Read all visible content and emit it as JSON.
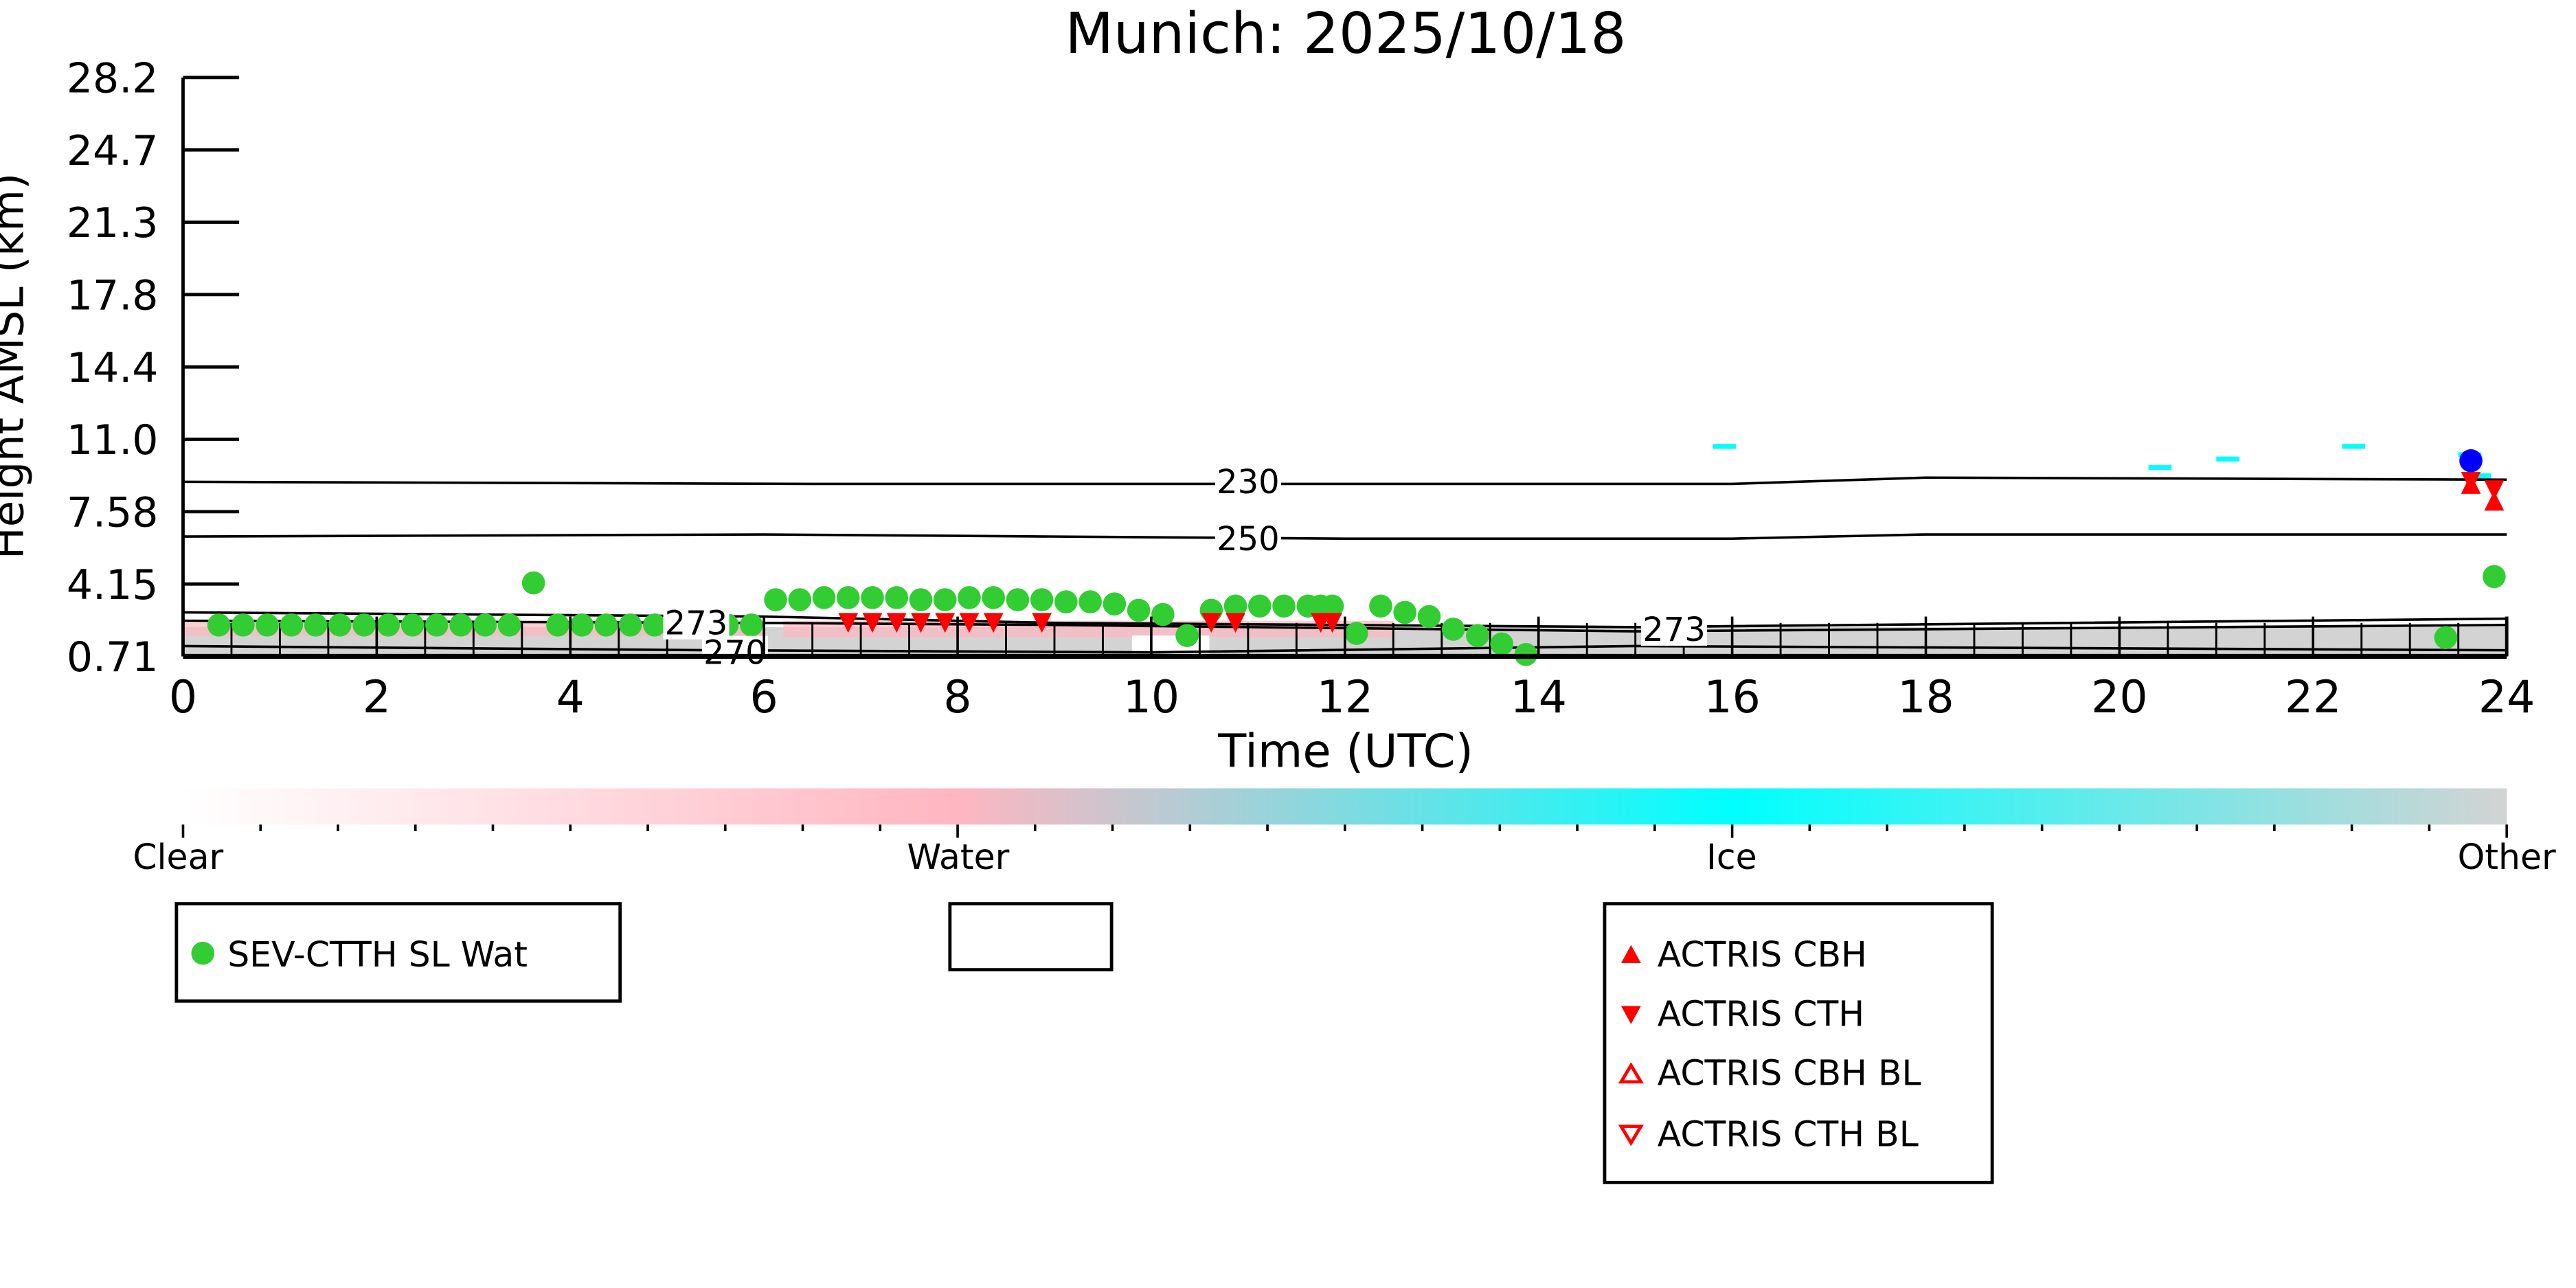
{
  "chart_data": {
    "type": "scatter",
    "title": "Munich: 2025/10/18",
    "xlabel": "Time (UTC)",
    "ylabel": "Height AMSL (km)",
    "xlim": [
      0,
      24
    ],
    "ylim": [
      0.71,
      28.2
    ],
    "xticks": [
      "0",
      "2",
      "4",
      "6",
      "8",
      "10",
      "12",
      "14",
      "16",
      "18",
      "20",
      "22",
      "24"
    ],
    "yticks": [
      "28.2",
      "24.7",
      "21.3",
      "17.8",
      "14.4",
      "11.0",
      "7.58",
      "4.15",
      "0.71"
    ],
    "colorbar": {
      "labels": [
        "Clear",
        "Water",
        "Ice",
        "Other"
      ],
      "colors": [
        "#ffffff",
        "#ffb6c1",
        "#00ffff",
        "#d3d3d3"
      ]
    },
    "contours": [
      {
        "label": "230",
        "points": [
          [
            0,
            9.0
          ],
          [
            6.5,
            8.9
          ],
          [
            16,
            8.9
          ],
          [
            18,
            9.2
          ],
          [
            24,
            9.1
          ]
        ]
      },
      {
        "label": "250",
        "points": [
          [
            0,
            6.4
          ],
          [
            6,
            6.5
          ],
          [
            12,
            6.3
          ],
          [
            16,
            6.3
          ],
          [
            18,
            6.5
          ],
          [
            24,
            6.5
          ]
        ]
      },
      {
        "label": "273",
        "points": [
          [
            0,
            2.8
          ],
          [
            6,
            2.6
          ],
          [
            9,
            2.3
          ],
          [
            15,
            2.1
          ],
          [
            24,
            2.5
          ]
        ]
      },
      {
        "label": "273",
        "points": [
          [
            0,
            2.4
          ],
          [
            6,
            2.3
          ],
          [
            9,
            2.2
          ],
          [
            15,
            1.9
          ],
          [
            24,
            2.2
          ]
        ]
      },
      {
        "label": "270",
        "points": [
          [
            0,
            1.2
          ],
          [
            5.5,
            1.0
          ],
          [
            10,
            0.9
          ],
          [
            15,
            1.2
          ],
          [
            24,
            1.0
          ]
        ]
      }
    ],
    "series": [
      {
        "name": "SEV-CTTH SL Wat",
        "color": "#32cd32",
        "marker": "circle",
        "points": [
          [
            0.37,
            2.2
          ],
          [
            0.62,
            2.2
          ],
          [
            0.87,
            2.2
          ],
          [
            1.12,
            2.2
          ],
          [
            1.37,
            2.2
          ],
          [
            1.62,
            2.2
          ],
          [
            1.87,
            2.2
          ],
          [
            2.12,
            2.2
          ],
          [
            2.37,
            2.2
          ],
          [
            2.62,
            2.2
          ],
          [
            2.87,
            2.2
          ],
          [
            3.12,
            2.2
          ],
          [
            3.37,
            2.2
          ],
          [
            3.62,
            4.2
          ],
          [
            3.87,
            2.2
          ],
          [
            4.12,
            2.2
          ],
          [
            4.37,
            2.2
          ],
          [
            4.62,
            2.2
          ],
          [
            4.87,
            2.2
          ],
          [
            5.12,
            2.2
          ],
          [
            5.37,
            2.2
          ],
          [
            5.62,
            2.2
          ],
          [
            5.87,
            2.2
          ],
          [
            6.12,
            3.4
          ],
          [
            6.37,
            3.4
          ],
          [
            6.62,
            3.5
          ],
          [
            6.87,
            3.5
          ],
          [
            7.12,
            3.5
          ],
          [
            7.37,
            3.5
          ],
          [
            7.62,
            3.4
          ],
          [
            7.87,
            3.4
          ],
          [
            8.12,
            3.5
          ],
          [
            8.37,
            3.5
          ],
          [
            8.62,
            3.4
          ],
          [
            8.87,
            3.4
          ],
          [
            9.12,
            3.3
          ],
          [
            9.37,
            3.3
          ],
          [
            9.62,
            3.2
          ],
          [
            9.87,
            2.9
          ],
          [
            10.12,
            2.7
          ],
          [
            10.37,
            1.7
          ],
          [
            10.62,
            2.9
          ],
          [
            10.87,
            3.1
          ],
          [
            11.12,
            3.1
          ],
          [
            11.37,
            3.1
          ],
          [
            11.62,
            3.1
          ],
          [
            11.75,
            3.1
          ],
          [
            11.87,
            3.1
          ],
          [
            12.12,
            1.8
          ],
          [
            12.37,
            3.1
          ],
          [
            12.62,
            2.8
          ],
          [
            12.87,
            2.6
          ],
          [
            13.12,
            2.0
          ],
          [
            13.37,
            1.7
          ],
          [
            13.62,
            1.3
          ],
          [
            13.87,
            0.8
          ],
          [
            23.37,
            1.6
          ],
          [
            23.87,
            4.5
          ]
        ]
      },
      {
        "name": "ACTRIS CBH",
        "color": "#ff0000",
        "marker": "triangle-up",
        "points": [
          [
            23.63,
            8.9
          ],
          [
            23.87,
            8.1
          ]
        ]
      },
      {
        "name": "ACTRIS CTH",
        "color": "#ff0000",
        "marker": "triangle-down",
        "points": [
          [
            6.87,
            2.3
          ],
          [
            7.12,
            2.3
          ],
          [
            7.37,
            2.3
          ],
          [
            7.62,
            2.3
          ],
          [
            7.87,
            2.3
          ],
          [
            8.12,
            2.3
          ],
          [
            8.37,
            2.3
          ],
          [
            8.87,
            2.3
          ],
          [
            10.62,
            2.3
          ],
          [
            10.87,
            2.3
          ],
          [
            11.75,
            2.3
          ],
          [
            11.87,
            2.3
          ],
          [
            23.63,
            9.0
          ],
          [
            23.87,
            8.6
          ]
        ]
      },
      {
        "name": "ACTRIS CBH BL",
        "color": "#ff0000",
        "marker": "triangle-up-open",
        "points": []
      },
      {
        "name": "ACTRIS CTH BL",
        "color": "#ff0000",
        "marker": "triangle-down-open",
        "points": []
      },
      {
        "name": "",
        "color": "#0000ff",
        "marker": "circle",
        "points": [
          [
            23.63,
            10.0
          ]
        ]
      }
    ]
  }
}
